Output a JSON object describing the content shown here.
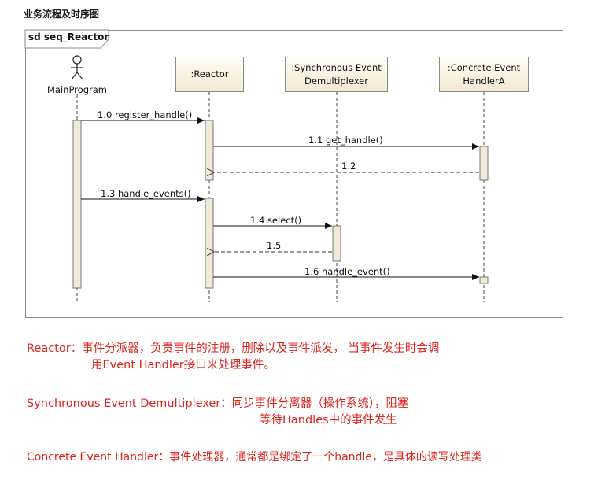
{
  "heading": "业务流程及时序图",
  "diagram": {
    "frame_label": "sd seq_Reactor",
    "actor": "MainProgram",
    "lifelines": [
      {
        "id": "reactor",
        "label": ":Reactor"
      },
      {
        "id": "demux",
        "label": ":Synchronous Event\nDemultiplexer"
      },
      {
        "id": "handler",
        "label": ":Concrete Event\nHandlerA"
      }
    ],
    "messages": [
      {
        "label": "1.0 register_handle()",
        "from": "MainProgram",
        "to": "reactor",
        "kind": "sync"
      },
      {
        "label": "1.1 get_handle()",
        "from": "reactor",
        "to": "handler",
        "kind": "sync"
      },
      {
        "label": "1.2",
        "from": "handler",
        "to": "reactor",
        "kind": "return"
      },
      {
        "label": "1.3 handle_events()",
        "from": "MainProgram",
        "to": "reactor",
        "kind": "sync"
      },
      {
        "label": "1.4 select()",
        "from": "reactor",
        "to": "demux",
        "kind": "sync"
      },
      {
        "label": "1.5",
        "from": "demux",
        "to": "reactor",
        "kind": "return"
      },
      {
        "label": "1.6 handle_event()",
        "from": "reactor",
        "to": "handler",
        "kind": "sync"
      }
    ]
  },
  "notes": {
    "reactor_line1": "Reactor：事件分派器，负责事件的注册，删除以及事件派发， 当事件发生时会调",
    "reactor_line2": "用Event Handler接口来处理事件。",
    "demux_line1": "Synchronous Event Demultiplexer：同步事件分离器（操作系统），阻塞",
    "demux_line2": "等待Handles中的事件发生",
    "handler_line1": "Concrete Event Handler：事件处理器，通常都是绑定了一个handle，是具体的读写处理类"
  },
  "colors": {
    "note_text": "#e0231c",
    "lifeline_box": "#f3ead3",
    "activation": "#f1ead8"
  }
}
